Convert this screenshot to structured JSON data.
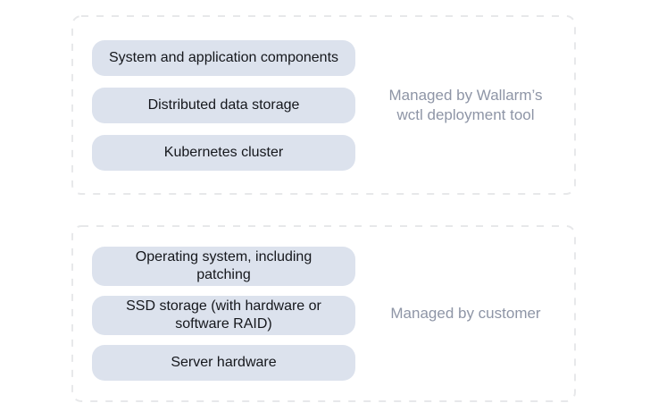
{
  "diagram": {
    "groups": [
      {
        "name": "managed-by-wallarm",
        "label": "Managed by Wallarm’s wctl deployment tool",
        "items": [
          "System and application components",
          "Distributed data storage",
          "Kubernetes cluster"
        ]
      },
      {
        "name": "managed-by-customer",
        "label": "Managed by customer",
        "items": [
          "Operating system, including patching",
          "SSD storage (with hardware or software RAID)",
          "Server hardware"
        ]
      }
    ],
    "colors": {
      "page_background": "#ffffff",
      "pill_background": "#dce2ed",
      "pill_text": "#15171c",
      "group_label_text": "#8e95a6",
      "border": "#e7e8ea"
    }
  }
}
